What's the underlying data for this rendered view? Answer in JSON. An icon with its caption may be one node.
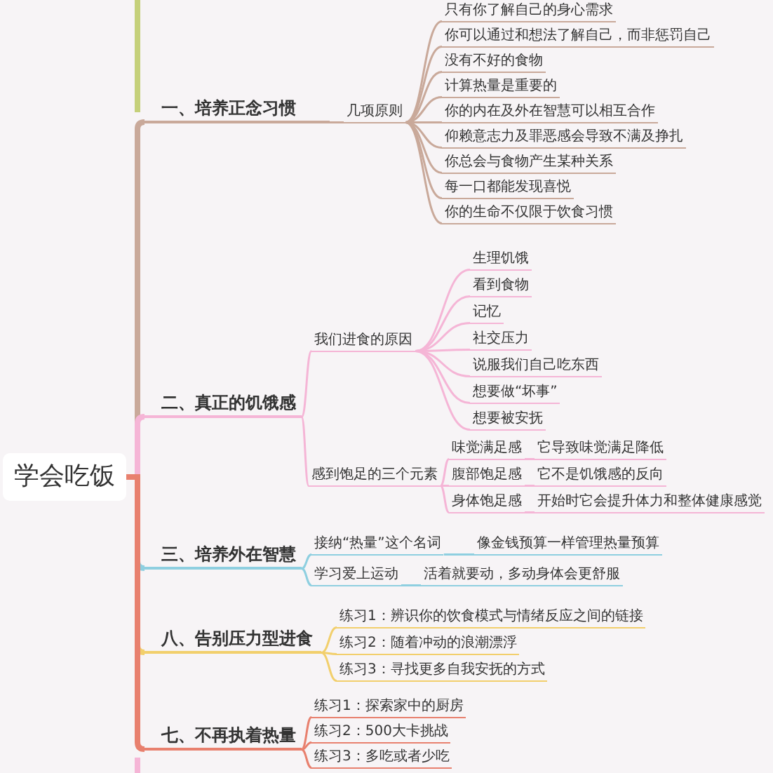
{
  "diagram": {
    "nodes": [
      {
        "text": [
          "学会吃饭"
        ]
      },
      {
        "text": [
          "一、培养正念习惯"
        ]
      },
      {
        "text": [
          "几项原则"
        ]
      },
      {
        "text": [
          "只有你了解自己的身心需求"
        ]
      },
      {
        "text": [
          "你可以通过和想法了解自己，而非惩罚自己"
        ]
      },
      {
        "text": [
          "没有不好的食物"
        ]
      },
      {
        "text": [
          "计算热量是重要的"
        ]
      },
      {
        "text": [
          "你的内在及外在智慧可以相互合作"
        ]
      },
      {
        "text": [
          "仰赖意志力及罪恶感会导致不满及挣扎"
        ]
      },
      {
        "text": [
          "你总会与食物产生某种关系"
        ]
      },
      {
        "text": [
          "每一口都能发现喜悦"
        ]
      },
      {
        "text": [
          "你的生命不仅限于饮食习惯"
        ]
      },
      {
        "text": [
          "二、真正的饥饿感"
        ]
      },
      {
        "text": [
          "我们进食的原因"
        ]
      },
      {
        "text": [
          "生理饥饿"
        ]
      },
      {
        "text": [
          "看到食物"
        ]
      },
      {
        "text": [
          "记忆"
        ]
      },
      {
        "text": [
          "社交压力"
        ]
      },
      {
        "text": [
          "说服我们自己吃东西"
        ]
      },
      {
        "text": [
          "想要做“坏事”"
        ]
      },
      {
        "text": [
          "想要被安抚"
        ]
      },
      {
        "text": [
          "感到饱足的三个元素"
        ]
      },
      {
        "text": [
          "味觉满足感"
        ]
      },
      {
        "text": [
          "它导致味觉满足降低"
        ]
      },
      {
        "text": [
          "腹部饱足感"
        ]
      },
      {
        "text": [
          "它不是饥饿感的反向"
        ]
      },
      {
        "text": [
          "身体饱足感"
        ]
      },
      {
        "text": [
          "开始时它会提升体力和整体健康感觉"
        ]
      },
      {
        "text": [
          "三、培养外在智慧"
        ]
      },
      {
        "text": [
          "接纳“热量”这个名词"
        ]
      },
      {
        "text": [
          "像金钱预算一样管理热量预算"
        ]
      },
      {
        "text": [
          "学习爱上运动"
        ]
      },
      {
        "text": [
          "活着就要动，多动身体会更舒服"
        ]
      },
      {
        "text": [
          "八、告别压力型进食"
        ]
      },
      {
        "text": [
          "练习1：辨识你的饮食模式与情绪反应之间的链接"
        ]
      },
      {
        "text": [
          "练习2：随着冲动的浪潮漂浮"
        ]
      },
      {
        "text": [
          "练习3：寻找更多自我安抚的方式"
        ]
      },
      {
        "text": [
          "七、不再执着热量"
        ]
      },
      {
        "text": [
          "练习1：探索家中的厨房"
        ]
      },
      {
        "text": [
          "练习2：500大卡挑战"
        ]
      },
      {
        "text": [
          "练习3：多吃或者少吃"
        ]
      }
    ],
    "edges": [
      {
        "from": 0,
        "to": 1,
        "arrow": "none",
        "style": "thick",
        "color": "#c9a99a"
      },
      {
        "from": 1,
        "to": 2,
        "arrow": "none",
        "color": "#c9a99a"
      },
      {
        "from": 2,
        "to": 3,
        "arrow": "none",
        "color": "#c9a99a"
      },
      {
        "from": 2,
        "to": 4,
        "arrow": "none",
        "color": "#c9a99a"
      },
      {
        "from": 2,
        "to": 5,
        "arrow": "none",
        "color": "#c9a99a"
      },
      {
        "from": 2,
        "to": 6,
        "arrow": "none",
        "color": "#c9a99a"
      },
      {
        "from": 2,
        "to": 7,
        "arrow": "none",
        "color": "#c9a99a"
      },
      {
        "from": 2,
        "to": 8,
        "arrow": "none",
        "color": "#c9a99a"
      },
      {
        "from": 2,
        "to": 9,
        "arrow": "none",
        "color": "#c9a99a"
      },
      {
        "from": 2,
        "to": 10,
        "arrow": "none",
        "color": "#c9a99a"
      },
      {
        "from": 2,
        "to": 11,
        "arrow": "none",
        "color": "#c9a99a"
      },
      {
        "from": 0,
        "to": 12,
        "arrow": "none",
        "style": "thick",
        "color": "#f5b5d6"
      },
      {
        "from": 12,
        "to": 13,
        "arrow": "none",
        "color": "#f5b5d6"
      },
      {
        "from": 13,
        "to": 14,
        "arrow": "none",
        "color": "#f5b5d6"
      },
      {
        "from": 13,
        "to": 15,
        "arrow": "none",
        "color": "#f5b5d6"
      },
      {
        "from": 13,
        "to": 16,
        "arrow": "none",
        "color": "#f5b5d6"
      },
      {
        "from": 13,
        "to": 17,
        "arrow": "none",
        "color": "#f5b5d6"
      },
      {
        "from": 13,
        "to": 18,
        "arrow": "none",
        "color": "#f5b5d6"
      },
      {
        "from": 13,
        "to": 19,
        "arrow": "none",
        "color": "#f5b5d6"
      },
      {
        "from": 13,
        "to": 20,
        "arrow": "none",
        "color": "#f5b5d6"
      },
      {
        "from": 12,
        "to": 21,
        "arrow": "none",
        "color": "#f5b5d6"
      },
      {
        "from": 21,
        "to": 22,
        "arrow": "none",
        "color": "#f5b5d6"
      },
      {
        "from": 21,
        "to": 24,
        "arrow": "none",
        "color": "#f5b5d6"
      },
      {
        "from": 21,
        "to": 26,
        "arrow": "none",
        "color": "#f5b5d6"
      },
      {
        "from": 22,
        "to": 23,
        "arrow": "none",
        "color": "#f5b5d6"
      },
      {
        "from": 24,
        "to": 25,
        "arrow": "none",
        "color": "#f5b5d6"
      },
      {
        "from": 26,
        "to": 27,
        "arrow": "none",
        "color": "#f5b5d6"
      },
      {
        "from": 0,
        "to": 28,
        "arrow": "none",
        "style": "thick",
        "color": "#8ecfe0"
      },
      {
        "from": 28,
        "to": 29,
        "arrow": "none",
        "color": "#8ecfe0"
      },
      {
        "from": 28,
        "to": 31,
        "arrow": "none",
        "color": "#8ecfe0"
      },
      {
        "from": 29,
        "to": 30,
        "arrow": "none",
        "color": "#8ecfe0"
      },
      {
        "from": 31,
        "to": 32,
        "arrow": "none",
        "color": "#8ecfe0"
      },
      {
        "from": 0,
        "to": 33,
        "arrow": "none",
        "style": "thick",
        "color": "#f2cf6c"
      },
      {
        "from": 33,
        "to": 34,
        "arrow": "none",
        "color": "#f2cf6c"
      },
      {
        "from": 33,
        "to": 35,
        "arrow": "none",
        "color": "#f2cf6c"
      },
      {
        "from": 33,
        "to": 36,
        "arrow": "none",
        "color": "#f2cf6c"
      },
      {
        "from": 0,
        "to": 37,
        "arrow": "none",
        "style": "thick",
        "color": "#e8806e"
      },
      {
        "from": 37,
        "to": 38,
        "arrow": "none",
        "color": "#e8806e"
      },
      {
        "from": 37,
        "to": 39,
        "arrow": "none",
        "color": "#e8806e"
      },
      {
        "from": 37,
        "to": 40,
        "arrow": "none",
        "color": "#e8806e"
      }
    ]
  }
}
